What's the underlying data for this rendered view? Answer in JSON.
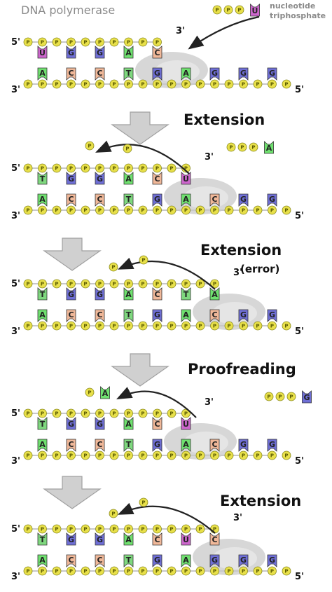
{
  "header": {
    "title": "DNA polymerase",
    "nucleotide_label_line1": "nucleotide",
    "nucleotide_label_line2": "triphosphate"
  },
  "phosphate_glyph": "P",
  "colors": {
    "T": "#7fd87f",
    "A": "#6fe06f",
    "G": "#6f6fd6",
    "C": "#f0b899",
    "U": "#cc66cc",
    "phosphate": "#e8e04a",
    "enzyme": "#bdbdbd",
    "arrow": "#222222",
    "step_arrow": "#d0d0d0"
  },
  "steps": [
    {
      "label": "Extension",
      "sublabel": ""
    },
    {
      "label": "Extension",
      "sublabel": "(error)"
    },
    {
      "label": "Proofreading",
      "sublabel": ""
    },
    {
      "label": "Extension",
      "sublabel": ""
    }
  ],
  "panels": [
    {
      "ends": {
        "top_left": "5'",
        "bottom_left": "3'",
        "bottom_right": "5'",
        "primer_end": "3'"
      },
      "top_bases": [
        "U",
        "G",
        "G",
        "A",
        "C"
      ],
      "bottom_bases": [
        "A",
        "C",
        "C",
        "T",
        "G",
        "A",
        "G",
        "G",
        "G"
      ],
      "free_nucleotides": [
        {
          "base": "U",
          "phosphates": 3
        }
      ]
    },
    {
      "ends": {
        "top_left": "5'",
        "bottom_left": "3'",
        "bottom_right": "5'",
        "primer_end": "3'"
      },
      "top_bases": [
        "T",
        "G",
        "G",
        "A",
        "C",
        "U"
      ],
      "bottom_bases": [
        "A",
        "C",
        "C",
        "T",
        "G",
        "A",
        "C",
        "G",
        "G"
      ],
      "free_nucleotides": [
        {
          "base": "A",
          "phosphates": 3
        }
      ]
    },
    {
      "ends": {
        "top_left": "5'",
        "bottom_left": "3'",
        "bottom_right": "5'",
        "primer_end": "3'"
      },
      "top_bases": [
        "T",
        "G",
        "G",
        "A",
        "C",
        "T",
        "A"
      ],
      "bottom_bases": [
        "A",
        "C",
        "C",
        "T",
        "G",
        "A",
        "C",
        "G",
        "G"
      ],
      "free_nucleotides": []
    },
    {
      "ends": {
        "top_left": "5'",
        "bottom_left": "3'",
        "bottom_right": "5'",
        "primer_end": "3'"
      },
      "top_bases": [
        "T",
        "G",
        "G",
        "A",
        "C",
        "U"
      ],
      "bottom_bases": [
        "A",
        "C",
        "C",
        "T",
        "G",
        "A",
        "C",
        "G",
        "G"
      ],
      "free_nucleotides": [
        {
          "base": "A",
          "phosphates": 1
        },
        {
          "base": "G",
          "phosphates": 3
        }
      ]
    },
    {
      "ends": {
        "top_left": "5'",
        "bottom_left": "3'",
        "bottom_right": "5'",
        "primer_end": "3'"
      },
      "top_bases": [
        "T",
        "G",
        "G",
        "A",
        "C",
        "U",
        "C"
      ],
      "bottom_bases": [
        "A",
        "C",
        "C",
        "T",
        "G",
        "A",
        "G",
        "G",
        "G"
      ],
      "free_nucleotides": []
    }
  ]
}
